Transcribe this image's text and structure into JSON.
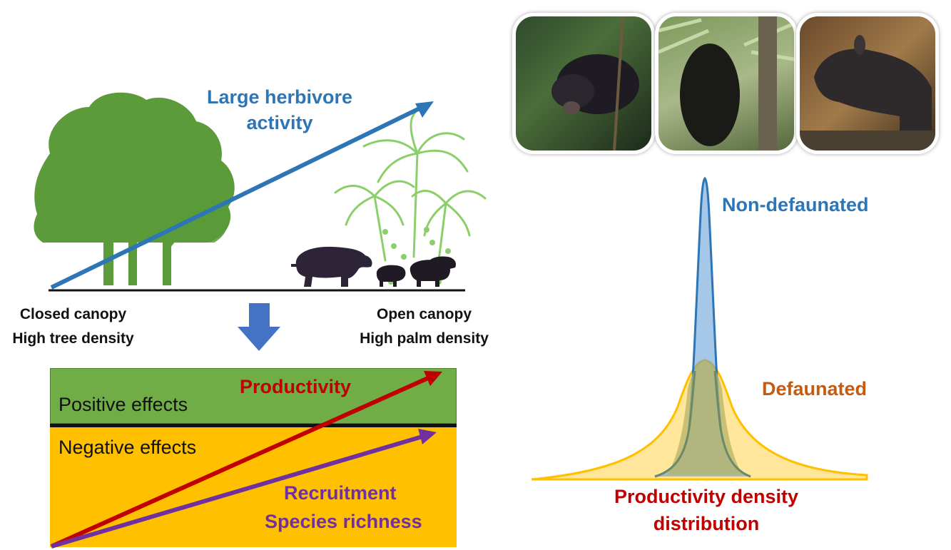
{
  "left_panel": {
    "gradient_label_line1": "Large herbivore",
    "gradient_label_line2": "activity",
    "left_label_line1": "Closed canopy",
    "left_label_line2": "High tree density",
    "right_label_line1": "Open canopy",
    "right_label_line2": "High palm density"
  },
  "effects_box": {
    "positive_label": "Positive effects",
    "negative_label": "Negative effects",
    "productivity_label": "Productivity",
    "recruitment_label": "Recruitment",
    "richness_label": "Species richness"
  },
  "right_panel": {
    "non_defaunated_label": "Non-defaunated",
    "defaunated_label": "Defaunated",
    "distribution_label_line1": "Productivity density",
    "distribution_label_line2": "distribution"
  },
  "colors": {
    "blue_arrow": "#2e75b6",
    "green_box": "#70ad47",
    "yellow_box": "#ffc000",
    "productivity_red": "#c00000",
    "recruitment_purple": "#7030a0",
    "defaunated_orange": "#c55a11",
    "tree_green": "#5b9b3a"
  }
}
